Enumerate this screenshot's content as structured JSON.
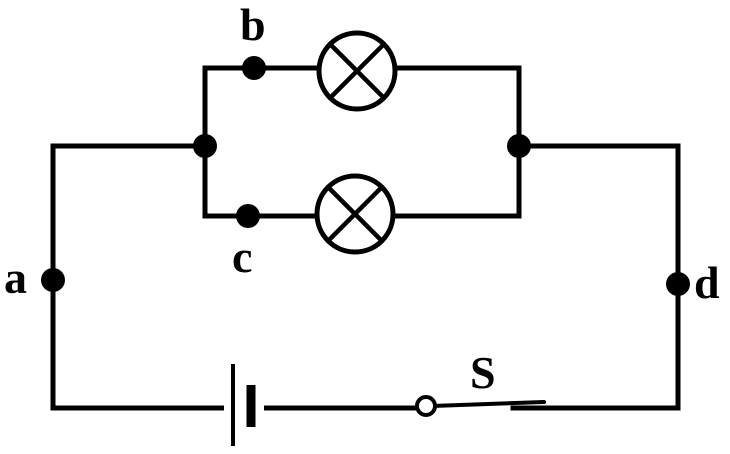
{
  "diagram": {
    "type": "circuit",
    "labels": {
      "a": "a",
      "b": "b",
      "c": "c",
      "d": "d",
      "switch": "S"
    },
    "components": {
      "lamps": [
        "lamp-top",
        "lamp-bottom"
      ],
      "battery": "battery-cell",
      "switch_state": "open"
    },
    "colors": {
      "ink": "#000000",
      "background": "#ffffff"
    }
  }
}
